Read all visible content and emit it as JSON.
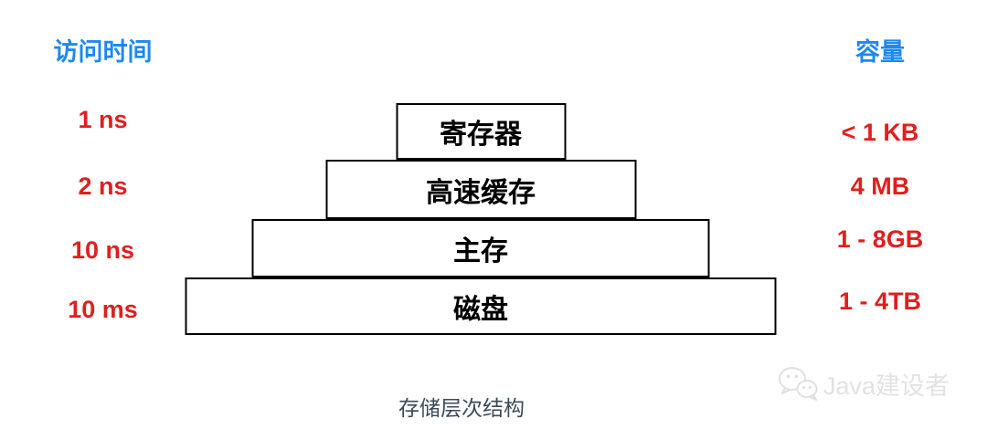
{
  "colors": {
    "accent_blue": "#1e88f2",
    "accent_red": "#e01f1f",
    "box_border": "#000000",
    "caption_text": "#3b4a5a",
    "watermark_gray": "#e2e2e2"
  },
  "headers": {
    "left": "访问时间",
    "right": "容量"
  },
  "tiers": [
    {
      "name": "寄存器",
      "access_time": "1 ns",
      "capacity": "< 1 KB"
    },
    {
      "name": "高速缓存",
      "access_time": "2 ns",
      "capacity": "4 MB"
    },
    {
      "name": "主存",
      "access_time": "10 ns",
      "capacity": "1 - 8GB"
    },
    {
      "name": "磁盘",
      "access_time": "10 ms",
      "capacity": "1 - 4TB"
    }
  ],
  "caption": "存储层次结构",
  "watermark": {
    "icon": "wechat-icon",
    "label": "Java建设者"
  }
}
